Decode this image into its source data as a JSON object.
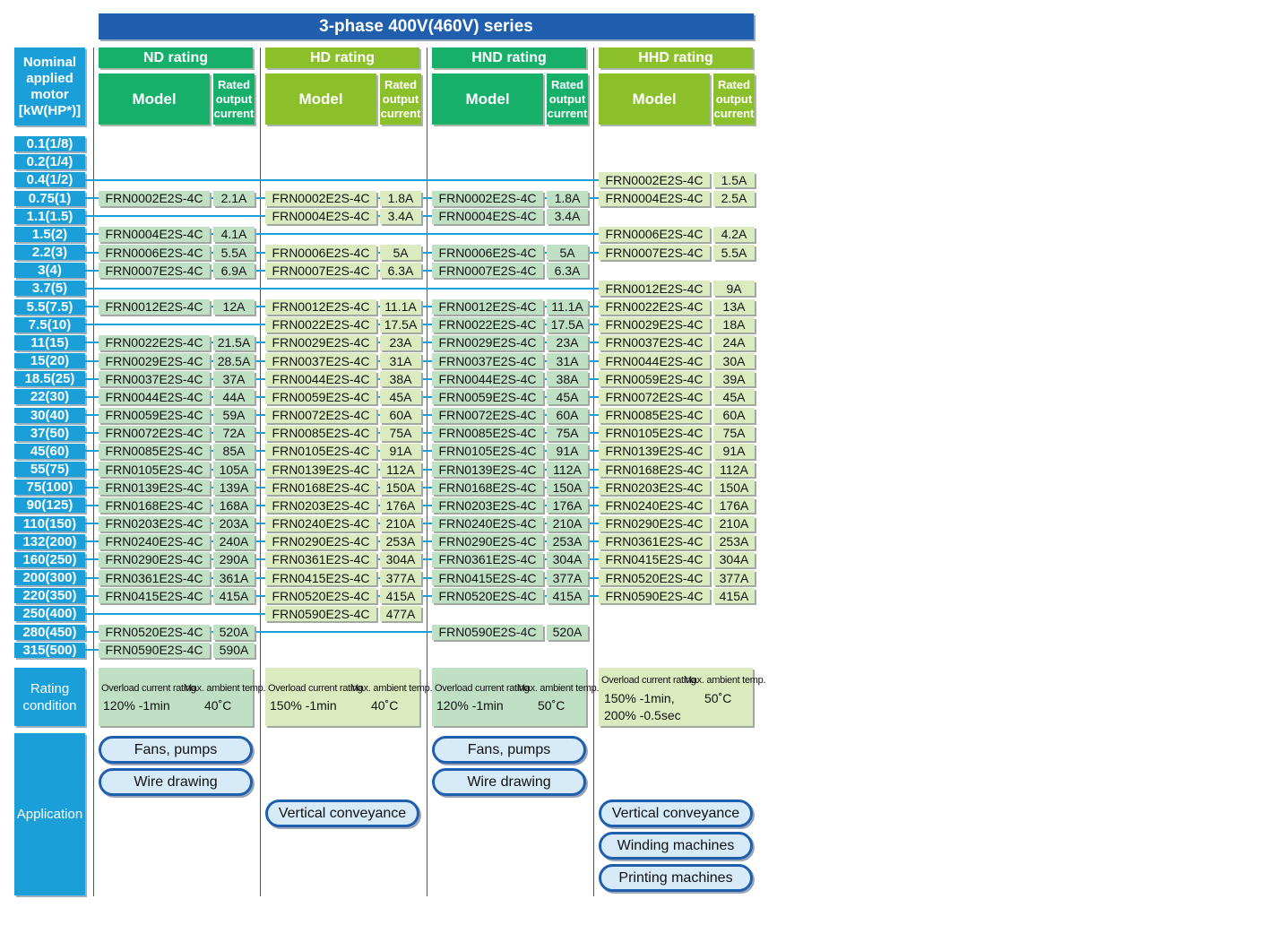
{
  "title": "3-phase 400V(460V) series",
  "motor_header": "Nominal applied motor [kW(HP*)]",
  "model_header": "Model",
  "current_header": "Rated output current",
  "ratings": [
    {
      "label": "ND rating",
      "color": "#16b06a"
    },
    {
      "label": "HD rating",
      "color": "#8cc02a"
    },
    {
      "label": "HND rating",
      "color": "#16b06a"
    },
    {
      "label": "HHD rating",
      "color": "#8cc02a"
    }
  ],
  "motors": [
    "0.1(1/8)",
    "0.2(1/4)",
    "0.4(1/2)",
    "0.75(1)",
    "1.1(1.5)",
    "1.5(2)",
    "2.2(3)",
    "3(4)",
    "3.7(5)",
    "5.5(7.5)",
    "7.5(10)",
    "11(15)",
    "15(20)",
    "18.5(25)",
    "22(30)",
    "30(40)",
    "37(50)",
    "45(60)",
    "55(75)",
    "75(100)",
    "90(125)",
    "110(150)",
    "132(200)",
    "160(250)",
    "200(300)",
    "220(350)",
    "250(400)",
    "280(450)",
    "315(500)"
  ],
  "table": {
    "0": [
      null,
      null,
      null,
      [
        "FRN0002E2S-4C",
        "2.1A"
      ],
      null,
      [
        "FRN0004E2S-4C",
        "4.1A"
      ],
      [
        "FRN0006E2S-4C",
        "5.5A"
      ],
      [
        "FRN0007E2S-4C",
        "6.9A"
      ],
      null,
      [
        "FRN0012E2S-4C",
        "12A"
      ],
      null,
      [
        "FRN0022E2S-4C",
        "21.5A"
      ],
      [
        "FRN0029E2S-4C",
        "28.5A"
      ],
      [
        "FRN0037E2S-4C",
        "37A"
      ],
      [
        "FRN0044E2S-4C",
        "44A"
      ],
      [
        "FRN0059E2S-4C",
        "59A"
      ],
      [
        "FRN0072E2S-4C",
        "72A"
      ],
      [
        "FRN0085E2S-4C",
        "85A"
      ],
      [
        "FRN0105E2S-4C",
        "105A"
      ],
      [
        "FRN0139E2S-4C",
        "139A"
      ],
      [
        "FRN0168E2S-4C",
        "168A"
      ],
      [
        "FRN0203E2S-4C",
        "203A"
      ],
      [
        "FRN0240E2S-4C",
        "240A"
      ],
      [
        "FRN0290E2S-4C",
        "290A"
      ],
      [
        "FRN0361E2S-4C",
        "361A"
      ],
      [
        "FRN0415E2S-4C",
        "415A"
      ],
      null,
      [
        "FRN0520E2S-4C",
        "520A"
      ],
      [
        "FRN0590E2S-4C",
        "590A"
      ]
    ],
    "1": [
      null,
      null,
      null,
      [
        "FRN0002E2S-4C",
        "1.8A"
      ],
      [
        "FRN0004E2S-4C",
        "3.4A"
      ],
      null,
      [
        "FRN0006E2S-4C",
        "5A"
      ],
      [
        "FRN0007E2S-4C",
        "6.3A"
      ],
      null,
      [
        "FRN0012E2S-4C",
        "11.1A"
      ],
      [
        "FRN0022E2S-4C",
        "17.5A"
      ],
      [
        "FRN0029E2S-4C",
        "23A"
      ],
      [
        "FRN0037E2S-4C",
        "31A"
      ],
      [
        "FRN0044E2S-4C",
        "38A"
      ],
      [
        "FRN0059E2S-4C",
        "45A"
      ],
      [
        "FRN0072E2S-4C",
        "60A"
      ],
      [
        "FRN0085E2S-4C",
        "75A"
      ],
      [
        "FRN0105E2S-4C",
        "91A"
      ],
      [
        "FRN0139E2S-4C",
        "112A"
      ],
      [
        "FRN0168E2S-4C",
        "150A"
      ],
      [
        "FRN0203E2S-4C",
        "176A"
      ],
      [
        "FRN0240E2S-4C",
        "210A"
      ],
      [
        "FRN0290E2S-4C",
        "253A"
      ],
      [
        "FRN0361E2S-4C",
        "304A"
      ],
      [
        "FRN0415E2S-4C",
        "377A"
      ],
      [
        "FRN0520E2S-4C",
        "415A"
      ],
      [
        "FRN0590E2S-4C",
        "477A"
      ],
      null,
      null
    ],
    "2": [
      null,
      null,
      null,
      [
        "FRN0002E2S-4C",
        "1.8A"
      ],
      [
        "FRN0004E2S-4C",
        "3.4A"
      ],
      null,
      [
        "FRN0006E2S-4C",
        "5A"
      ],
      [
        "FRN0007E2S-4C",
        "6.3A"
      ],
      null,
      [
        "FRN0012E2S-4C",
        "11.1A"
      ],
      [
        "FRN0022E2S-4C",
        "17.5A"
      ],
      [
        "FRN0029E2S-4C",
        "23A"
      ],
      [
        "FRN0037E2S-4C",
        "31A"
      ],
      [
        "FRN0044E2S-4C",
        "38A"
      ],
      [
        "FRN0059E2S-4C",
        "45A"
      ],
      [
        "FRN0072E2S-4C",
        "60A"
      ],
      [
        "FRN0085E2S-4C",
        "75A"
      ],
      [
        "FRN0105E2S-4C",
        "91A"
      ],
      [
        "FRN0139E2S-4C",
        "112A"
      ],
      [
        "FRN0168E2S-4C",
        "150A"
      ],
      [
        "FRN0203E2S-4C",
        "176A"
      ],
      [
        "FRN0240E2S-4C",
        "210A"
      ],
      [
        "FRN0290E2S-4C",
        "253A"
      ],
      [
        "FRN0361E2S-4C",
        "304A"
      ],
      [
        "FRN0415E2S-4C",
        "377A"
      ],
      [
        "FRN0520E2S-4C",
        "415A"
      ],
      null,
      [
        "FRN0590E2S-4C",
        "520A"
      ],
      null
    ],
    "3": [
      null,
      null,
      [
        "FRN0002E2S-4C",
        "1.5A"
      ],
      [
        "FRN0004E2S-4C",
        "2.5A"
      ],
      null,
      [
        "FRN0006E2S-4C",
        "4.2A"
      ],
      [
        "FRN0007E2S-4C",
        "5.5A"
      ],
      null,
      [
        "FRN0012E2S-4C",
        "9A"
      ],
      [
        "FRN0022E2S-4C",
        "13A"
      ],
      [
        "FRN0029E2S-4C",
        "18A"
      ],
      [
        "FRN0037E2S-4C",
        "24A"
      ],
      [
        "FRN0044E2S-4C",
        "30A"
      ],
      [
        "FRN0059E2S-4C",
        "39A"
      ],
      [
        "FRN0072E2S-4C",
        "45A"
      ],
      [
        "FRN0085E2S-4C",
        "60A"
      ],
      [
        "FRN0105E2S-4C",
        "75A"
      ],
      [
        "FRN0139E2S-4C",
        "91A"
      ],
      [
        "FRN0168E2S-4C",
        "112A"
      ],
      [
        "FRN0203E2S-4C",
        "150A"
      ],
      [
        "FRN0240E2S-4C",
        "176A"
      ],
      [
        "FRN0290E2S-4C",
        "210A"
      ],
      [
        "FRN0361E2S-4C",
        "253A"
      ],
      [
        "FRN0415E2S-4C",
        "304A"
      ],
      [
        "FRN0520E2S-4C",
        "377A"
      ],
      [
        "FRN0590E2S-4C",
        "415A"
      ],
      null,
      null,
      null
    ]
  },
  "condition_header": "Rating condition",
  "condition_labels": {
    "overload": "Overload current rating",
    "ambient": "Max. ambient temp."
  },
  "conditions": [
    {
      "overload": "120% -1min",
      "ambient": "40˚C"
    },
    {
      "overload": "150% -1min",
      "ambient": "40˚C"
    },
    {
      "overload": "120% -1min",
      "ambient": "50˚C"
    },
    {
      "overload": "150% -1min,\n200% -0.5sec",
      "ambient": "50˚C"
    }
  ],
  "application_header": "Application",
  "applications": [
    [
      "Fans, pumps",
      "Wire drawing"
    ],
    [
      "Vertical conveyance"
    ],
    [
      "Fans, pumps",
      "Wire drawing"
    ],
    [
      "Vertical conveyance",
      "Winding machines",
      "Printing machines"
    ]
  ]
}
